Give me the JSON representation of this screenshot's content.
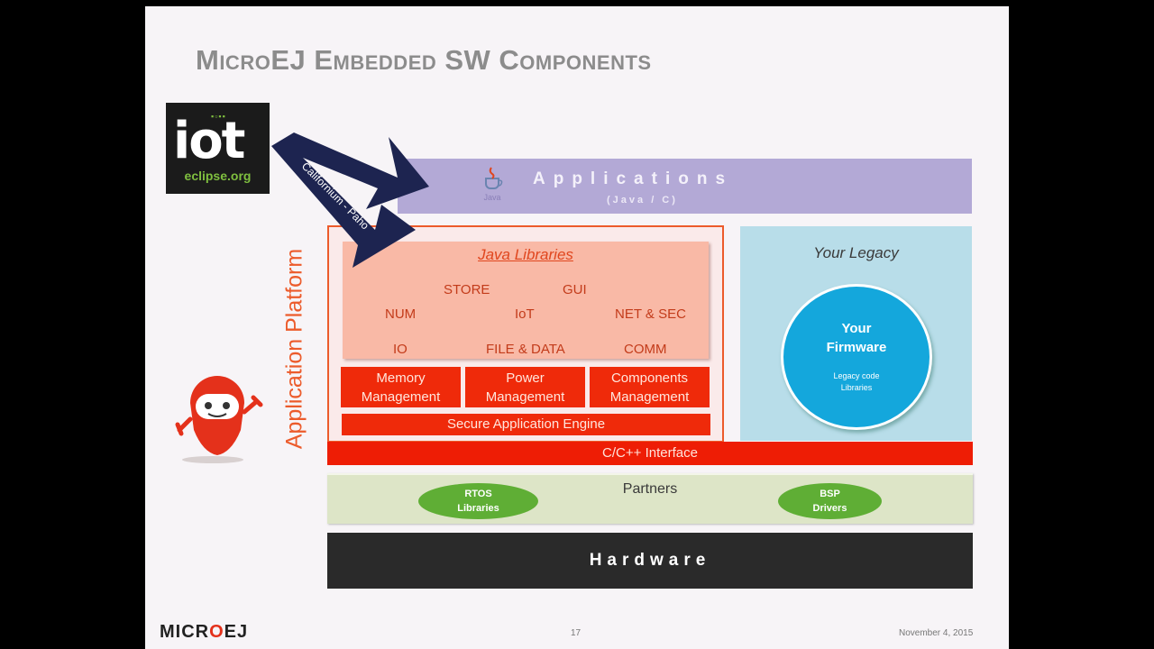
{
  "slide": {
    "title": "MicroEJ Embedded SW Components",
    "iot_logo": {
      "big": "iot",
      "small": "eclipse.org"
    },
    "arrow_label": "Californium - Paho",
    "applications": {
      "label": "Applications",
      "sub": "(Java / C)",
      "icon": "java-icon",
      "icon_text": "Java"
    },
    "platform_label": "Application Platform",
    "java_libraries": {
      "title": "Java Libraries",
      "store": "STORE",
      "gui": "GUI",
      "num": "NUM",
      "iot": "IoT",
      "net_sec": "NET & SEC",
      "io": "IO",
      "file_data": "FILE & DATA",
      "comm": "COMM"
    },
    "management": {
      "memory_1": "Memory",
      "memory_2": "Management",
      "power_1": "Power",
      "power_2": "Management",
      "components_1": "Components",
      "components_2": "Management"
    },
    "secure_engine": "Secure Application Engine",
    "c_interface": "C/C++ Interface",
    "legacy": {
      "title": "Your Legacy",
      "firmware_1": "Your",
      "firmware_2": "Firmware",
      "legacy_1": "Legacy code",
      "legacy_2": "Libraries"
    },
    "partners": {
      "label": "Partners",
      "rtos_1": "RTOS",
      "rtos_2": "Libraries",
      "bsp_1": "BSP",
      "bsp_2": "Drivers"
    },
    "hardware": "Hardware",
    "footer": {
      "brand_a": "MICR",
      "brand_o": "O",
      "brand_b": "EJ",
      "page": "17",
      "date": "November 4, 2015"
    },
    "colors": {
      "accent": "#ec5b2b",
      "red": "#ee1d05",
      "apps": "#b3a9d6",
      "legacy": "#b8dde9",
      "firmware": "#14a7dc",
      "partners": "#dde5c7",
      "pill": "#5fae35",
      "hardware": "#2a2a2a"
    }
  }
}
